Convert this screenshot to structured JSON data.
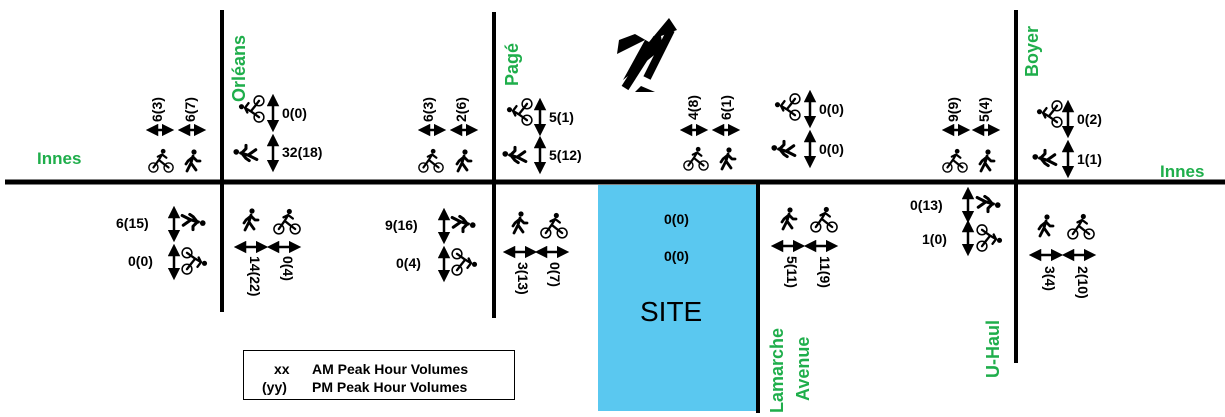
{
  "streets": {
    "innes_left": "Innes",
    "innes_right": "Innes",
    "orleans": "Orléans",
    "page": "Pagé",
    "boyer": "Boyer",
    "lamarche": "Lamarche",
    "avenue": "Avenue",
    "uhaul": "U-Haul"
  },
  "site": {
    "label": "SITE",
    "color": "#5ac8f0"
  },
  "legend": {
    "am_key": "xx",
    "am_text": "AM Peak Hour Volumes",
    "pm_key": "(yy)",
    "pm_text": "PM Peak Hour Volumes"
  },
  "street_color": "#1fae4b",
  "icons": [
    "cyclist-icon",
    "pedestrian-icon",
    "north-arrow-icon",
    "double-arrow-icon"
  ],
  "volumes": {
    "orleans": {
      "nw_bike": "6(3)",
      "nw_ped": "6(7)",
      "ne_bike": "0(0)",
      "ne_ped": "32(18)",
      "sw_ped": "6(15)",
      "sw_bike": "0(0)",
      "se_ped": "14(22)",
      "se_bike": "0(4)"
    },
    "page": {
      "nw_bike": "6(3)",
      "nw_ped": "2(6)",
      "ne_bike": "5(1)",
      "ne_ped": "5(12)",
      "sw_ped": "9(16)",
      "sw_bike": "0(4)",
      "se_ped": "3(13)",
      "se_bike": "0(7)"
    },
    "lamarche": {
      "nw_bike": "4(8)",
      "nw_ped": "6(1)",
      "ne_bike": "0(0)",
      "ne_ped": "0(0)",
      "sw_ped": "0(0)",
      "sw_bike": "0(0)",
      "se_ped": "5(11)",
      "se_bike": "11(9)"
    },
    "boyer": {
      "nw_bike": "9(9)",
      "nw_ped": "5(4)",
      "ne_bike": "0(2)",
      "ne_ped": "1(1)",
      "sw_ped": "0(13)",
      "sw_bike": "1(0)",
      "se_ped": "3(4)",
      "se_bike": "2(10)"
    }
  }
}
